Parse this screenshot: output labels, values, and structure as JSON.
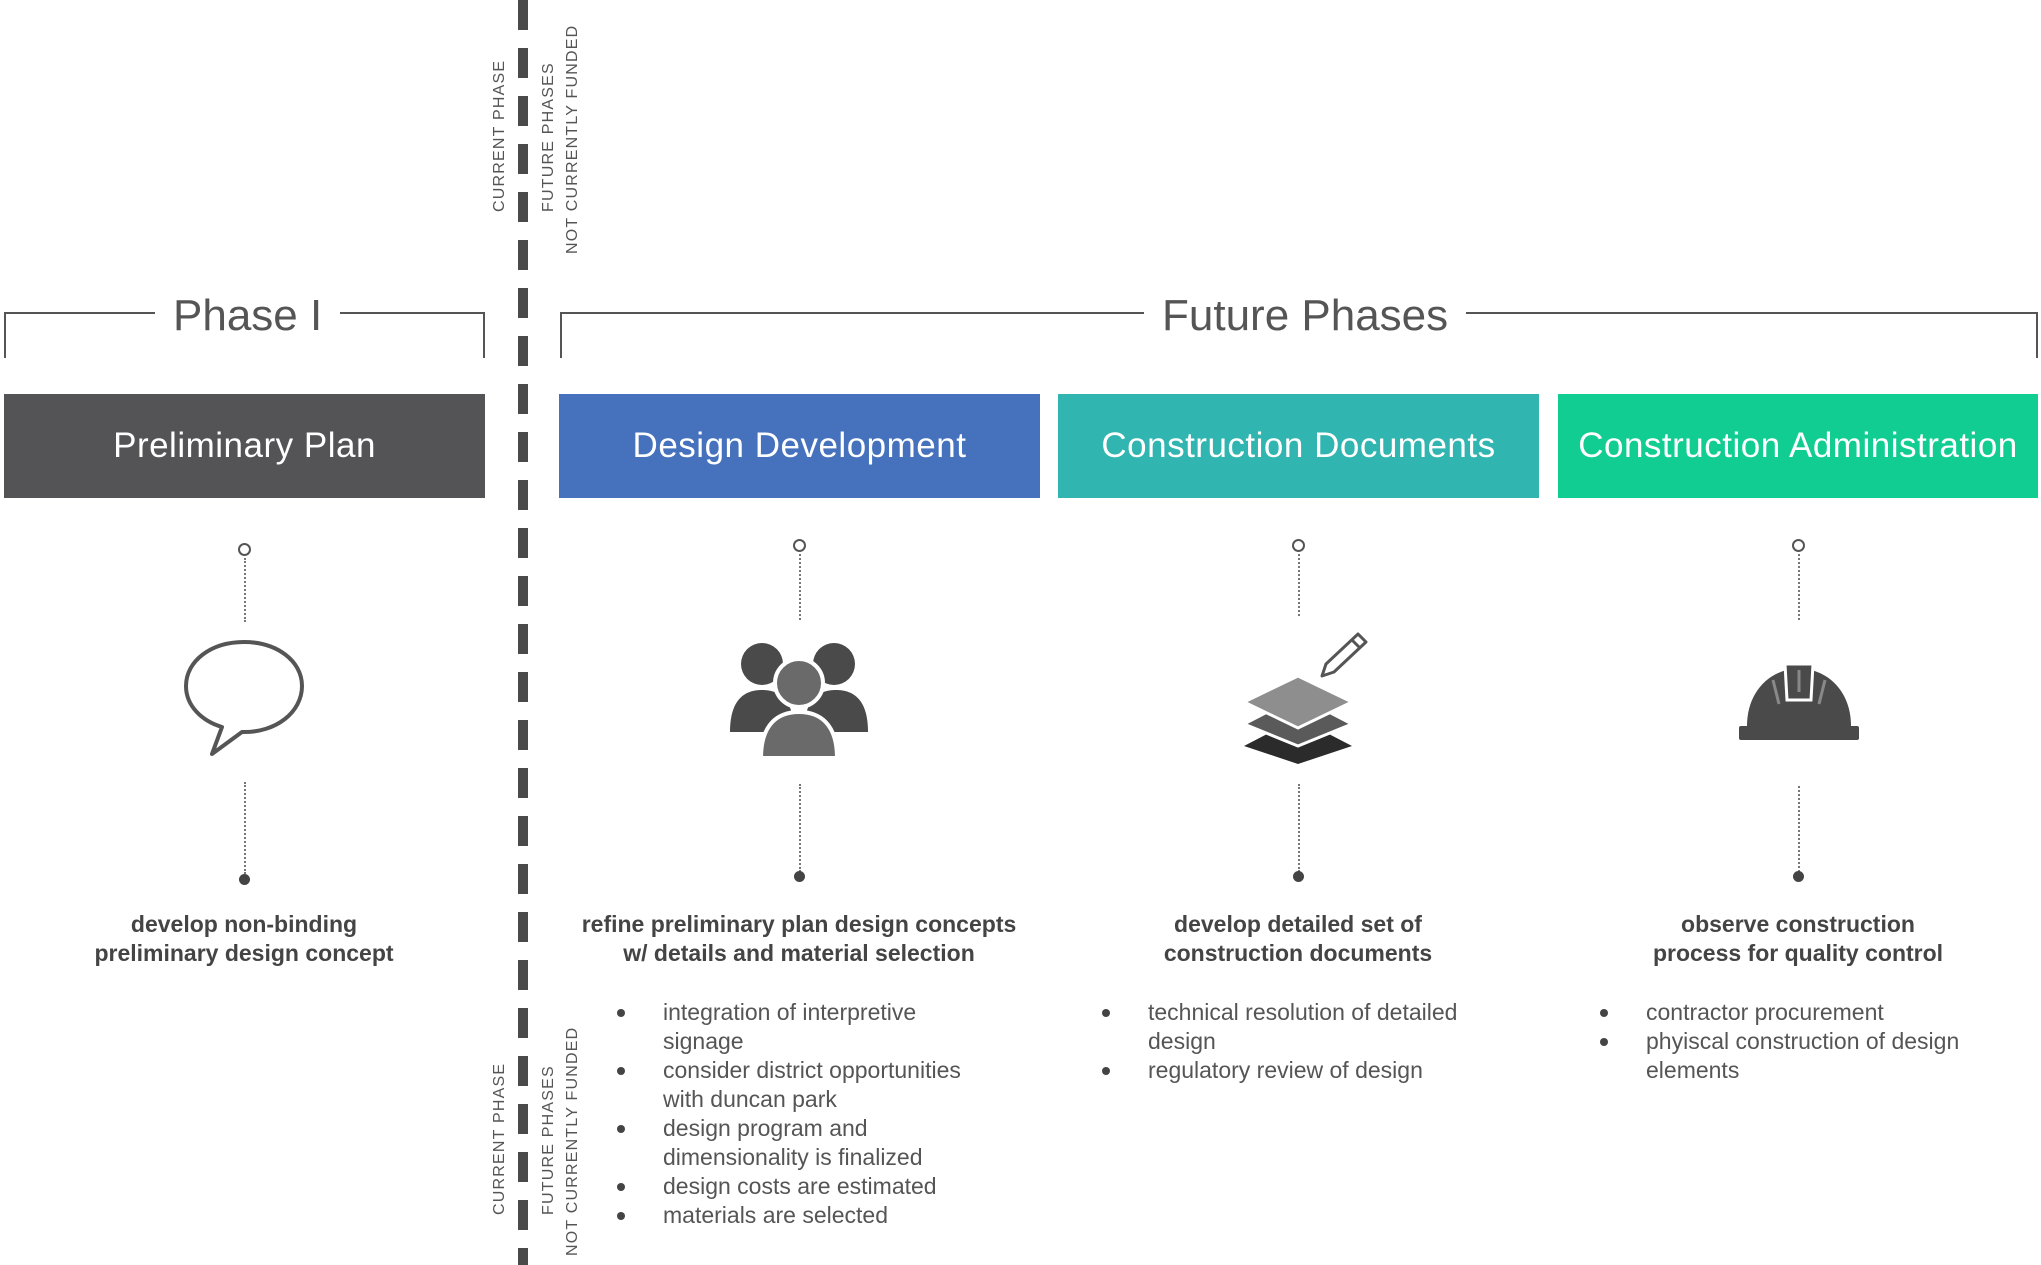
{
  "divider": {
    "top_labels": {
      "current": "CURRENT PHASE",
      "future_1": "FUTURE PHASES",
      "future_2": "NOT CURRENTLY FUNDED"
    },
    "bottom_labels": {
      "current": "CURRENT PHASE",
      "future_1": "FUTURE PHASES",
      "future_2": "NOT CURRENTLY FUNDED"
    }
  },
  "groups": {
    "phase_one": "Phase I",
    "future": "Future Phases"
  },
  "colors": {
    "preliminary": "#545456",
    "design_development": "#4672bd",
    "construction_documents": "#31b5b0",
    "construction_administration": "#12cd91"
  },
  "phases": [
    {
      "title": "Preliminary Plan",
      "icon": "speech-bubble-icon",
      "headline": [
        "develop non-binding",
        "preliminary design concept"
      ],
      "bullets": []
    },
    {
      "title": "Design Development",
      "icon": "people-group-icon",
      "headline": [
        "refine preliminary plan design concepts",
        "w/ details and material selection"
      ],
      "bullets": [
        [
          "integration of interpretive",
          "signage"
        ],
        [
          "consider district opportunities",
          "with duncan park"
        ],
        [
          "design program and",
          "dimensionality is finalized"
        ],
        [
          "design costs are estimated"
        ],
        [
          "materials are selected"
        ]
      ]
    },
    {
      "title": "Construction Documents",
      "icon": "layers-pencil-icon",
      "headline": [
        "develop detailed set of",
        "construction documents"
      ],
      "bullets": [
        [
          "technical resolution of detailed",
          "design"
        ],
        [
          "regulatory review of design"
        ]
      ]
    },
    {
      "title": "Construction Administration",
      "icon": "hard-hat-icon",
      "headline": [
        "observe construction",
        "process for quality control"
      ],
      "bullets": [
        [
          "contractor procurement"
        ],
        [
          "phyiscal construction of design",
          "elements"
        ]
      ]
    }
  ]
}
